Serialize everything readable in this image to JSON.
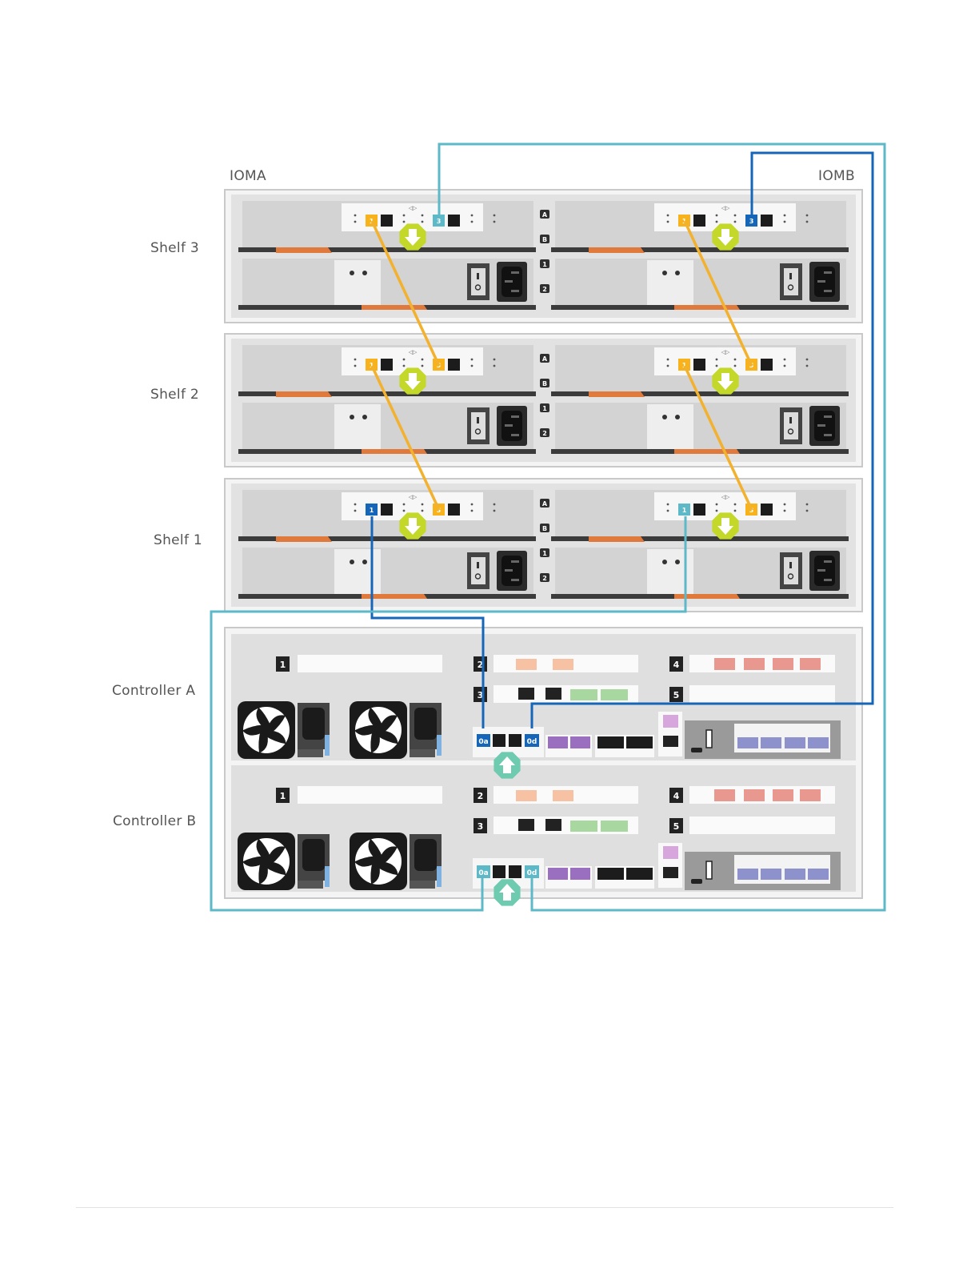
{
  "labels": {
    "ioma": "IOMA",
    "iomb": "IOMB",
    "shelf3": "Shelf 3",
    "shelf2": "Shelf 2",
    "shelf1": "Shelf 1",
    "controller_a": "Controller A",
    "controller_b": "Controller B"
  },
  "module_letters": [
    "A",
    "B",
    "1",
    "2"
  ],
  "port_labels": {
    "p1": "1",
    "p3": "3",
    "slot1": "1",
    "slot2": "2",
    "slot3": "3",
    "slot4": "4",
    "slot5": "5",
    "ctrl_0a": "0a",
    "ctrl_0d": "0d"
  },
  "colors": {
    "cable_light_blue": "#5db8c8",
    "cable_dark_blue": "#1565b8",
    "cable_orange": "#f2b12e",
    "port_orange": "#f7b21c",
    "marker_yellow": "#c4d82a",
    "marker_teal": "#6fcbb0",
    "handle_orange": "#e07a3c"
  },
  "icons": {
    "down_marker": "arrow-down-octagon-icon",
    "up_marker": "arrow-up-octagon-icon",
    "fan": "fan-icon",
    "power_socket": "power-socket-icon",
    "power_switch": "power-switch-icon"
  }
}
